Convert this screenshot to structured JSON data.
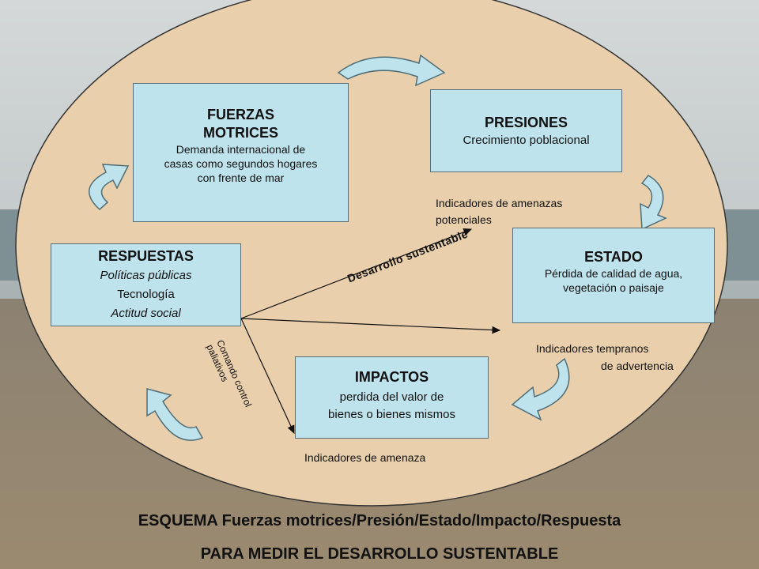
{
  "boxes": {
    "fuerzas": {
      "title_line1": "FUERZAS",
      "title_line2": "MOTRICES",
      "text_line1": "Demanda internacional de",
      "text_line2": "casas como segundos hogares",
      "text_line3": "con frente de mar"
    },
    "presiones": {
      "title": "PRESIONES",
      "text": "Crecimiento poblacional"
    },
    "respuestas": {
      "title": "RESPUESTAS",
      "line1": "Políticas públicas",
      "line2": "Tecnología",
      "line3": "Actitud social"
    },
    "estado": {
      "title": "ESTADO",
      "text_line1": "Pérdida de calidad de agua,",
      "text_line2": "vegetación o paisaje"
    },
    "impactos": {
      "title": "IMPACTOS",
      "text_line1": "perdida del valor de",
      "text_line2": "bienes o bienes mismos"
    }
  },
  "labels": {
    "amenazas_potenciales_line1": "Indicadores de amenazas",
    "amenazas_potenciales_line2": "potenciales",
    "desarrollo": "Desarrollo sustentable",
    "tempranos_line1": "Indicadores tempranos",
    "tempranos_line2": "de advertencia",
    "comando_line1": "Comando control",
    "comando_line2": "paliativos",
    "amenaza": "Indicadores de amenaza"
  },
  "footer": {
    "line1": "ESQUEMA Fuerzas motrices/Presión/Estado/Impacto/Respuesta",
    "line2": "PARA MEDIR EL DESARROLLO SUSTENTABLE"
  },
  "colors": {
    "ellipse": "#e9cfac",
    "box": "#bfe3ec",
    "cycle_arrow": "#bfe3ec",
    "sea": "#7f9094",
    "sand": "#8f7e66"
  }
}
